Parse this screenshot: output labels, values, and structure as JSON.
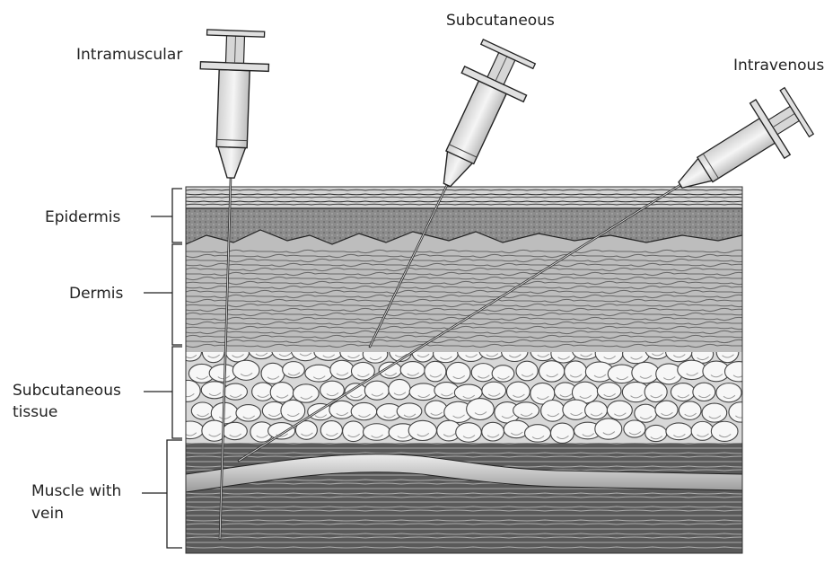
{
  "labels": {
    "intramuscular": "Intramuscular",
    "subcutaneous": "Subcutaneous",
    "intravenous": "Intravenous",
    "epidermis": "Epidermis",
    "dermis": "Dermis",
    "subcutaneous_tissue_line1": "Subcutaneous",
    "subcutaneous_tissue_line2": "tissue",
    "muscle_line1": "Muscle with",
    "muscle_line2": "vein"
  },
  "colors": {
    "line": "#1a1a1a",
    "epidermis": "#9a9a9a",
    "dermis": "#c9c9c9",
    "fat": "#f2f2f2",
    "muscle": "#555555",
    "syringe": "#e6e6e6"
  }
}
